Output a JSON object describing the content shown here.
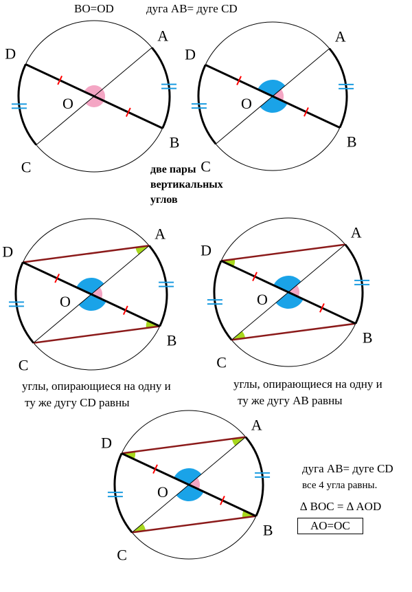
{
  "captions": {
    "bo_od": "BO=OD",
    "arc_eq_top": "дуга AB= дуге CD",
    "vertical_pairs": [
      "две пары",
      "вертикальных",
      "углов"
    ],
    "cd_angles": [
      "углы, опирающиеся на одну и",
      "ту же дугу  CD  равны"
    ],
    "ab_angles": [
      "углы, опирающиеся на одну и",
      "ту же дугу  AB  равны"
    ],
    "arc_eq_bottom": "дуга AB= дуге CD",
    "all_equal": "все 4 угла равны.",
    "triangles": "∆ BOC = ∆  AOD",
    "conclusion": "AO=OC"
  },
  "points": {
    "A": "A",
    "B": "B",
    "C": "C",
    "D": "D",
    "O": "O"
  },
  "colors": {
    "pink": "#f4a6c4",
    "blue": "#1aa3e8",
    "green": "#a8d81e",
    "chord": "#8b1a1a",
    "tick": "#ff0000",
    "arcmark": "#1a9be0"
  },
  "panels": [
    {
      "blue": false,
      "chords": false,
      "green": []
    },
    {
      "blue": true,
      "chords": false,
      "green": []
    },
    {
      "blue": true,
      "chords": true,
      "green": [
        "A",
        "B"
      ]
    },
    {
      "blue": true,
      "chords": true,
      "green": [
        "D",
        "C"
      ]
    },
    {
      "blue": true,
      "chords": true,
      "green": [
        "A",
        "B",
        "C",
        "D"
      ]
    }
  ]
}
